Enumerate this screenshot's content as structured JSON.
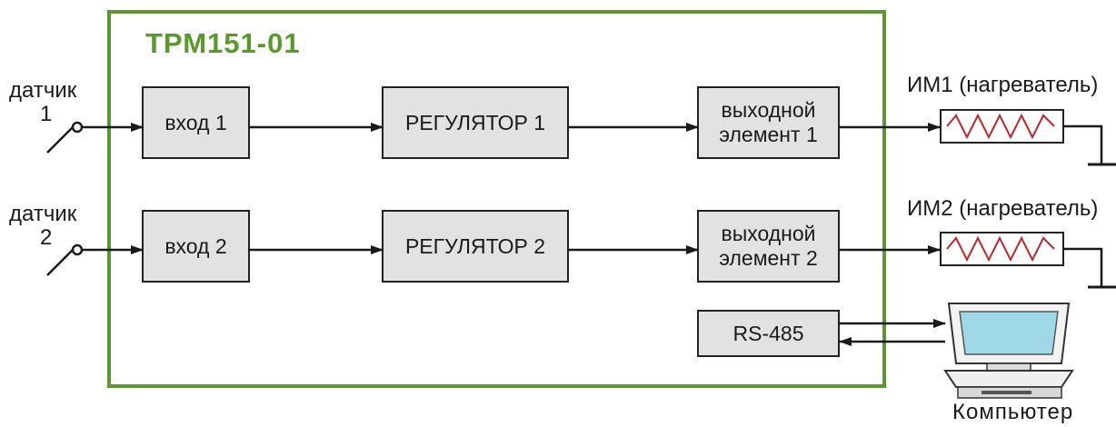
{
  "colors": {
    "frame": "#5d9632",
    "title": "#5a9a2a",
    "box_fill": "#e2e2e2",
    "box_stroke": "#222222",
    "heater_zigzag": "#c0272d",
    "monitor_screen": "#9fd9e8"
  },
  "device": {
    "title": "ТРМ151-01"
  },
  "sensors": [
    {
      "label": "датчик",
      "number": "1"
    },
    {
      "label": "датчик",
      "number": "2"
    }
  ],
  "blocks": {
    "input1": "вход 1",
    "input2": "вход 2",
    "regulator1": "РЕГУЛЯТОР 1",
    "regulator2": "РЕГУЛЯТОР 2",
    "output1": {
      "line1": "выходной",
      "line2": "элемент 1"
    },
    "output2": {
      "line1": "выходной",
      "line2": "элемент 2"
    },
    "rs485": "RS-485"
  },
  "actuators": [
    {
      "label": "ИМ1 (нагреватель)",
      "icon": "heater-resistor-icon"
    },
    {
      "label": "ИМ2 (нагреватель)",
      "icon": "heater-resistor-icon"
    }
  ],
  "computer": {
    "label": "Компьютер",
    "icon": "computer-icon"
  }
}
